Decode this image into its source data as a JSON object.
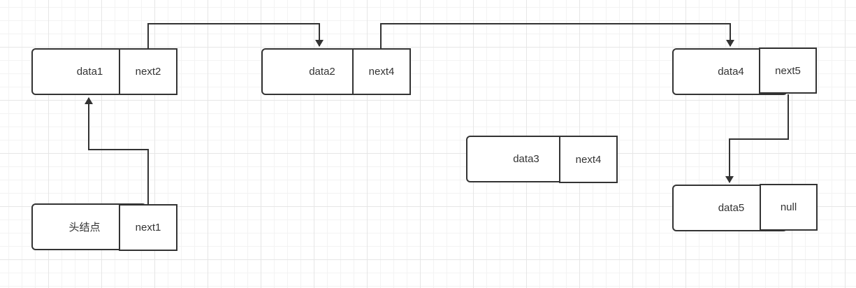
{
  "colors": {
    "stroke": "#333333",
    "grid_major": "#e6e6e6",
    "grid_minor": "#f3f3f3",
    "background": "#ffffff"
  },
  "nodes": {
    "head": {
      "data": "头结点",
      "next": "next1"
    },
    "n1": {
      "data": "data1",
      "next": "next2"
    },
    "n2": {
      "data": "data2",
      "next": "next4"
    },
    "n3": {
      "data": "data3",
      "next": "next4"
    },
    "n4": {
      "data": "data4",
      "next": "next5"
    },
    "n5": {
      "data": "data5",
      "next": "null"
    }
  }
}
